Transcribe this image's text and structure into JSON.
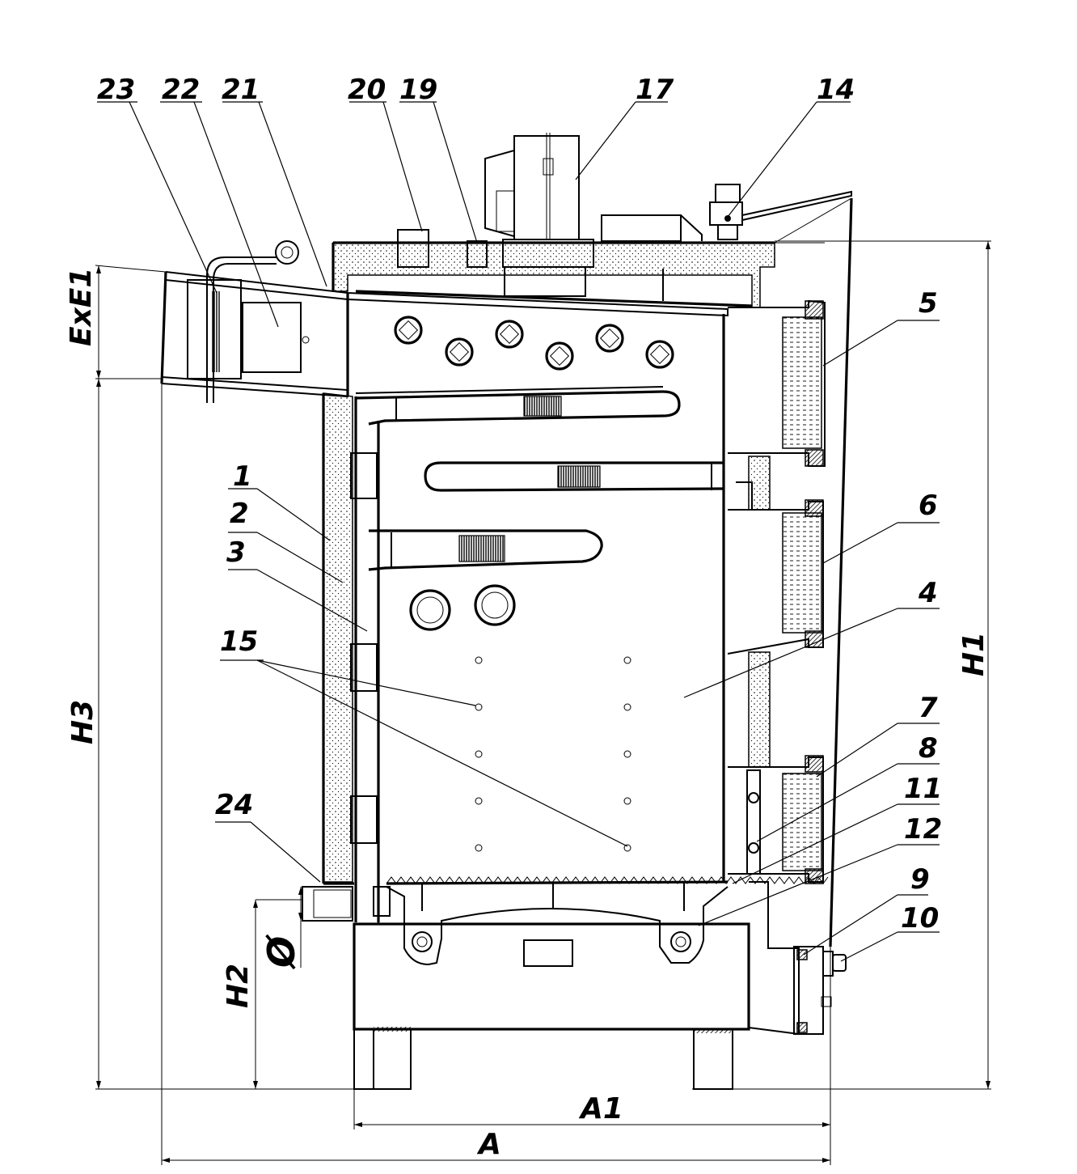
{
  "callouts": [
    {
      "id": "23",
      "label": "23"
    },
    {
      "id": "22",
      "label": "22"
    },
    {
      "id": "21",
      "label": "21"
    },
    {
      "id": "20",
      "label": "20"
    },
    {
      "id": "19",
      "label": "19"
    },
    {
      "id": "17",
      "label": "17"
    },
    {
      "id": "14",
      "label": "14"
    },
    {
      "id": "5",
      "label": "5"
    },
    {
      "id": "6",
      "label": "6"
    },
    {
      "id": "4",
      "label": "4"
    },
    {
      "id": "1",
      "label": "1"
    },
    {
      "id": "2",
      "label": "2"
    },
    {
      "id": "3",
      "label": "3"
    },
    {
      "id": "15",
      "label": "15"
    },
    {
      "id": "7",
      "label": "7"
    },
    {
      "id": "8",
      "label": "8"
    },
    {
      "id": "11",
      "label": "11"
    },
    {
      "id": "12",
      "label": "12"
    },
    {
      "id": "24",
      "label": "24"
    },
    {
      "id": "9",
      "label": "9"
    },
    {
      "id": "10",
      "label": "10"
    }
  ],
  "dimensions": {
    "exe1": "ExE1",
    "h3": "H3",
    "h1": "H1",
    "h2": "H2",
    "diameter": "Ø",
    "a1": "A1",
    "a": "A"
  },
  "colors": {
    "line": "#000000",
    "background": "#ffffff"
  }
}
